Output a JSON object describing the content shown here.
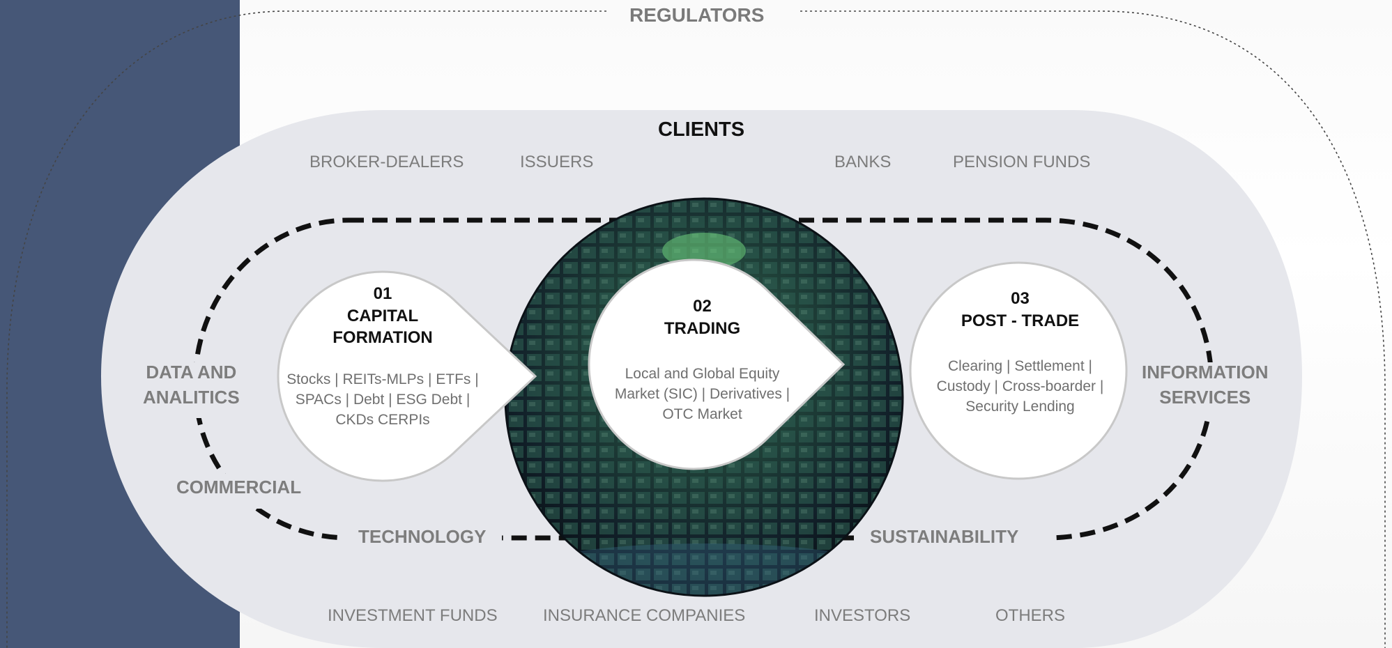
{
  "colors": {
    "sidebar": "#465777",
    "clients_band": "#e6e7ec",
    "label_gray": "#7c7c7c",
    "dashed_ring": "#111111"
  },
  "icons": {
    "center_image": "stock-exchange-dome-image"
  },
  "regulators": {
    "label": "REGULATORS"
  },
  "clients": {
    "title": "CLIENTS",
    "top": [
      "BROKER-DEALERS",
      "ISSUERS",
      "BANKS",
      "PENSION FUNDS"
    ],
    "bottom": [
      "INVESTMENT FUNDS",
      "INSURANCE COMPANIES",
      "INVESTORS",
      "OTHERS"
    ]
  },
  "sides": {
    "left_line1": "DATA AND",
    "left_line2": "ANALITICS",
    "right_line1": "INFORMATION",
    "right_line2": "SERVICES"
  },
  "ring_labels": {
    "commercial": "COMMERCIAL",
    "technology": "TECHNOLOGY",
    "sustainability": "SUSTAINABILITY"
  },
  "stages": [
    {
      "number": "01",
      "title": "CAPITAL FORMATION",
      "description": "Stocks | REITs-MLPs | ETFs | SPACs | Debt | ESG Debt | CKDs CERPIs"
    },
    {
      "number": "02",
      "title": "TRADING",
      "description": "Local and Global Equity Market (SIC)  | Derivatives | OTC Market"
    },
    {
      "number": "03",
      "title": "POST - TRADE",
      "description": "Clearing | Settlement  | Custody | Cross-boarder | Security Lending"
    }
  ]
}
